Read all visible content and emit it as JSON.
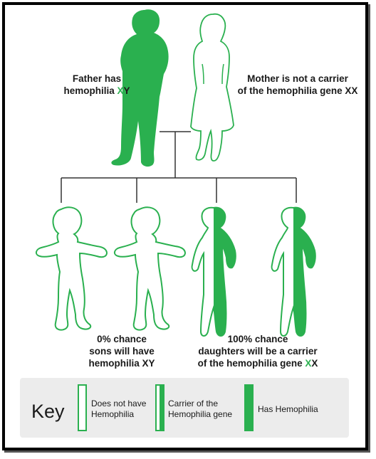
{
  "colors": {
    "green": "#2ab04f",
    "outline": "#2ab04f",
    "line": "#333333",
    "key_bg": "#ececec"
  },
  "father": {
    "line1": "Father has",
    "line2_prefix": "hemophilia ",
    "line2_x": "X",
    "line2_y": "Y"
  },
  "mother": {
    "line1": "Mother is not a carrier",
    "line2": "of the hemophilia gene XX"
  },
  "sons": {
    "line1": "0% chance",
    "line2": "sons will have",
    "line3": "hemophilia XY"
  },
  "daughters": {
    "line1": "100% chance",
    "line2": "daughters will be a carrier",
    "line3_prefix": "of the hemophilia gene ",
    "line3_x1": "X",
    "line3_x2": "X"
  },
  "key": {
    "title": "Key",
    "items": [
      {
        "label_line1": "Does not have",
        "label_line2": "Hemophilia"
      },
      {
        "label_line1": "Carrier of the",
        "label_line2": "Hemophilia gene"
      },
      {
        "label_line1": "Has Hemophilia",
        "label_line2": ""
      }
    ]
  }
}
